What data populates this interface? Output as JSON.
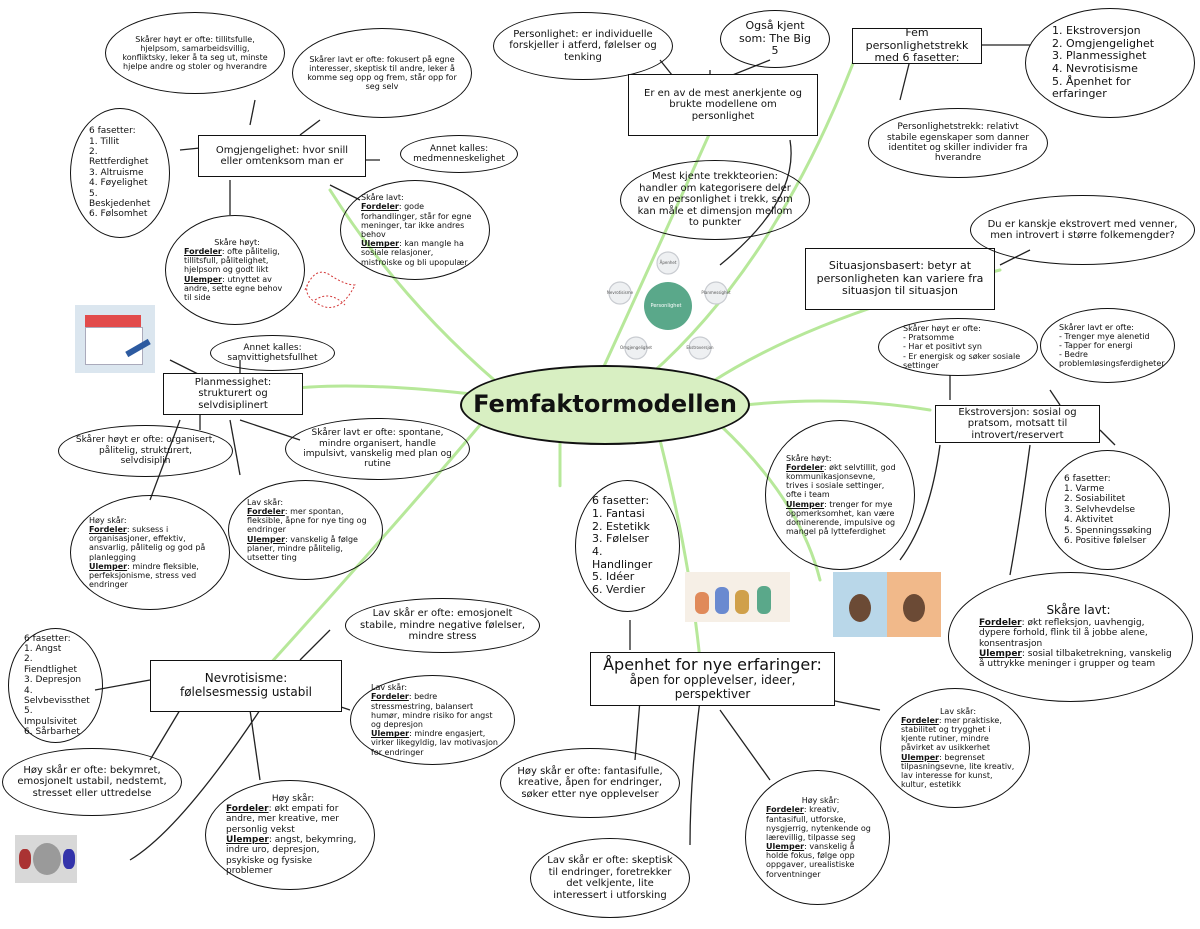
{
  "center": {
    "title": "Femfaktormodellen"
  },
  "top": {
    "personlighet": "Personlighet: er individuelle forskjeller i atferd, følelser og tenking",
    "big5": "Også kjent som: The Big 5",
    "anerkjente": "Er en av de mest anerkjente og brukte modellene om personlighet",
    "trekkteorien": "Mest kjente trekkteorien: handler om kategorisere deler av en personlighet i trekk, som kan måle et dimensjon mellom to punkter",
    "fem_trekk": "Fem personlighetstrekk med 6 fasetter:",
    "trekk_list": [
      "1. Ekstroversjon",
      "2. Omgjengelighet",
      "3. Planmessighet",
      "4. Nevrotisisme",
      "5. Åpenhet for erfaringer"
    ],
    "personlighetstrekk": "Personlighetstrekk: relativt stabile egenskaper som danner identitet og skiller individer fra hverandre",
    "situasjonsbasert": "Situasjonsbasert: betyr at personligheten kan variere fra situasjon til situasjon",
    "du_er_kanskje": "Du er kanskje ekstrovert med venner, men introvert i større folkemengder?"
  },
  "omgjengelighet": {
    "main": "Omgjengelighet: hvor snill eller omtenksom man er",
    "annet_kalles": "Annet kalles: medmenneskelighet",
    "skarer_hoyt": "Skårer høyt er ofte: tillitsfulle, hjelpsom, samarbeidsvillig, konfliktsky, leker å ta seg ut, minste hjelpe andre og stoler og hverandre",
    "skarer_lavt": "Skårer lavt er ofte: fokusert på egne interesser, skeptisk til andre, leker å komme seg opp og frem, står opp for seg selv",
    "fasetter_title": "6 fasetter:",
    "fasetter": [
      "1. Tillit",
      "2. Rettferdighet",
      "3. Altruisme",
      "4. Føyelighet",
      "5. Beskjedenhet",
      "6. Følsomhet"
    ],
    "hoy_label": "Skåre høyt:",
    "hoy_fordeler_label": "Fordeler",
    "hoy_fordeler": ": ofte pålitelig, tillitsfull, pålitelighet, hjelpsom og godt likt",
    "hoy_ulemper_label": "Ulemper",
    "hoy_ulemper": ": utnyttet av andre, sette egne behov til side",
    "lav_label": "Skåre lavt:",
    "lav_fordeler_label": "Fordeler",
    "lav_fordeler": ": gode forhandlinger, står for egne meninger, tar ikke andres behov",
    "lav_ulemper_label": "Ulemper",
    "lav_ulemper": ": kan mangle ha sosiale relasjoner, mistroiske og bli upopulær"
  },
  "planmessighet": {
    "main": "Planmessighet: strukturert og selvdisiplinert",
    "annet_kalles": "Annet kalles: samvittighetsfullhet",
    "skarer_hoyt": "Skårer høyt er ofte: organisert, pålitelig, strukturert, selvdisiplin",
    "skarer_lavt": "Skårer lavt er ofte: spontane, mindre organisert, handle impulsivt, vanskelig med plan og rutine",
    "hoy_label": "Høy skår:",
    "hoy_fordeler_label": "Fordeler",
    "hoy_fordeler": ": suksess i organisasjoner, effektiv, ansvarlig, pålitelig og god på planlegging",
    "hoy_ulemper_label": "Ulemper",
    "hoy_ulemper": ": mindre fleksible, perfeksjonisme, stress ved endringer",
    "lav_label": "Lav skår:",
    "lav_fordeler_label": "Fordeler",
    "lav_fordeler": ": mer spontan, fleksible, åpne for nye ting og endringer",
    "lav_ulemper_label": "Ulemper",
    "lav_ulemper": ": vanskelig å følge planer, mindre pålitelig, utsetter ting"
  },
  "nevrotisisme": {
    "main": "Nevrotisisme: følelsesmessig ustabil",
    "lav_skar_ofte": "Lav skår er ofte: emosjonelt stabile, mindre negative følelser, mindre stress",
    "fasetter_title": "6 fasetter:",
    "fasetter": [
      "1. Angst",
      "2. Fiendtlighet",
      "3. Depresjon",
      "4. Selvbevissthet",
      "5. Impulsivitet",
      "6. Sårbarhet"
    ],
    "hoy_skar_ofte": "Høy skår er ofte: bekymret, emosjonelt ustabil, nedstemt, stresset eller uttredelse",
    "lav_label": "Lav skår:",
    "lav_fordeler_label": "Fordeler",
    "lav_fordeler": ": bedre stressmestring, balansert humør, mindre risiko for angst og depresjon",
    "lav_ulemper_label": "Ulemper",
    "lav_ulemper": ": mindre engasjert, virker likegyldig, lav motivasjon for endringer",
    "hoy_label": "Høy skår:",
    "hoy_fordeler_label": "Fordeler",
    "hoy_fordeler": ": økt empati for andre, mer kreative, mer personlig vekst",
    "hoy_ulemper_label": "Ulemper",
    "hoy_ulemper": ": angst, bekymring, indre uro, depresjon, psykiske og fysiske problemer"
  },
  "apenhet": {
    "main": "Åpenhet for nye erfaringer:",
    "sub": "åpen for opplevelser, ideer, perspektiver",
    "fasetter_title": "6 fasetter:",
    "fasetter": [
      "1. Fantasi",
      "2. Estetikk",
      "3. Følelser",
      "4. Handlinger",
      "5. Idéer",
      "6. Verdier"
    ],
    "hoy_skar_ofte": "Høy skår er ofte: fantasifulle, kreative, åpen for endringer, søker etter nye opplevelser",
    "lav_skar_ofte": "Lav skår er ofte: skeptisk til endringer, foretrekker det velkjente, lite interessert i utforsking",
    "hoy_label": "Høy skår:",
    "hoy_fordeler_label": "Fordeler",
    "hoy_fordeler": ": kreativ, fantasifull, utforske, nysgjerrig, nytenkende og lærevillig, tilpasse seg",
    "hoy_ulemper_label": "Ulemper",
    "hoy_ulemper": ": vanskelig å holde fokus, følge opp oppgaver, urealistiske forventninger",
    "lav_label": "Lav skår:",
    "lav_fordeler_label": "Fordeler",
    "lav_fordeler": ": mer praktiske, stabilitet og trygghet i kjente rutiner, mindre påvirket av usikkerhet",
    "lav_ulemper_label": "Ulemper",
    "lav_ulemper": ": begrenset tilpasningsevne, lite kreativ, lav interesse for kunst, kultur, estetikk"
  },
  "ekstroversjon": {
    "main": "Ekstroversjon: sosial og pratsom, motsatt til introvert/reservert",
    "skarer_hoyt": "Skårer høyt er ofte:",
    "skarer_hoyt_items": [
      "- Pratsomme",
      "- Har et positivt syn",
      "- Er energisk og søker sosiale settinger"
    ],
    "skarer_lavt": "Skårer lavt er ofte:",
    "skarer_lavt_items": [
      "- Trenger mye alenetid",
      "- Tapper for energi",
      "- Bedre problemløsingsferdigheter"
    ],
    "hoy_label": "Skåre høyt:",
    "hoy_fordeler_label": "Fordeler",
    "hoy_fordeler": ": økt selvtillit, god kommunikasjonsevne, trives i sosiale settinger, ofte i team",
    "hoy_ulemper_label": "Ulemper",
    "hoy_ulemper": ": trenger for mye oppmerksomhet, kan være dominerende, impulsive og mangel på lytteferdighet",
    "fasetter_title": "6 fasetter:",
    "fasetter": [
      "1. Varme",
      "2. Sosiabilitet",
      "3. Selvhevdelse",
      "4. Aktivitet",
      "5. Spenningssøking",
      "6. Positive følelser"
    ],
    "lav_label": "Skåre lavt:",
    "lav_fordeler_label": "Fordeler",
    "lav_fordeler": ": økt refleksjon, uavhengig, dypere forhold, flink til å jobbe alene, konsentrasjon",
    "lav_ulemper_label": "Ulemper",
    "lav_ulemper": ": sosial tilbaketrekning, vanskelig å uttrykke meninger i grupper og team"
  },
  "colors": {
    "line": "#b7e89a",
    "center_fill": "#d8efc2",
    "highlight": "#c9ef9e",
    "accent": "#5aa88a"
  },
  "diagram_mini": {
    "center": "Personlighet",
    "nodes": [
      "Åpenhet",
      "Planmessighet",
      "Ekstroversjon",
      "Omgjengelighet",
      "Nevrotisisme"
    ]
  }
}
